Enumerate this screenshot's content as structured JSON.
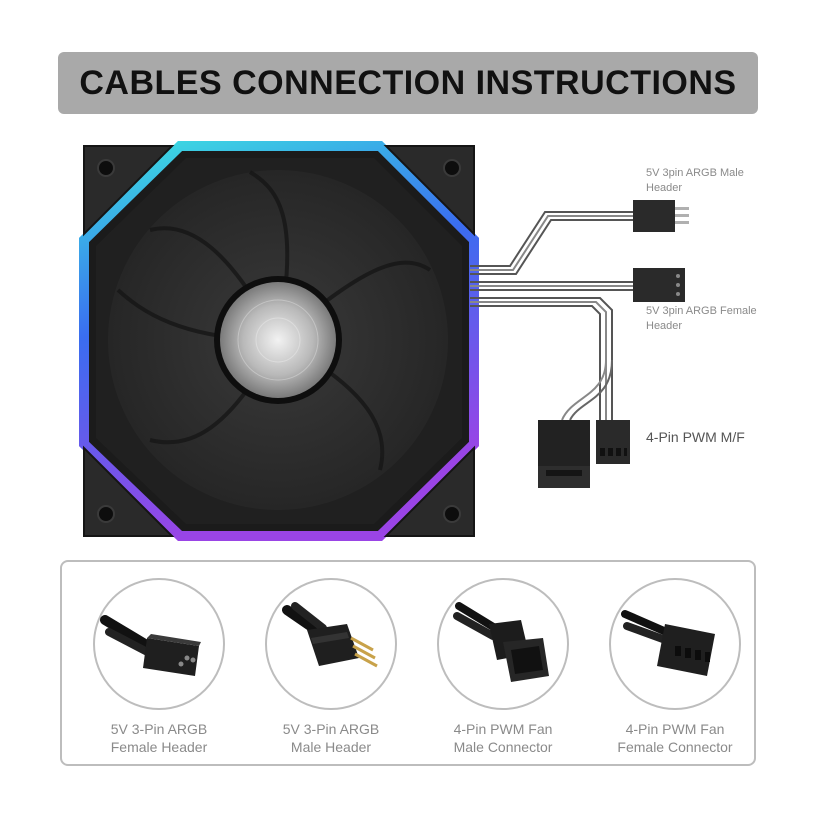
{
  "header": {
    "title": "CABLES CONNECTION INSTRUCTIONS"
  },
  "diagram": {
    "labels": {
      "argb_male_line1": "5V 3pin ARGB Male",
      "argb_male_line2": "Header",
      "argb_female_line1": "5V 3pin ARGB Female",
      "argb_female_line2": "Header",
      "pwm": "4-Pin PWM M/F"
    }
  },
  "connectors": [
    {
      "line1": "5V 3-Pin ARGB",
      "line2": "Female Header",
      "icon": "argb-female-connector-icon"
    },
    {
      "line1": "5V 3-Pin ARGB",
      "line2": "Male Header",
      "icon": "argb-male-connector-icon"
    },
    {
      "line1": "4-Pin PWM Fan",
      "line2": "Male Connector",
      "icon": "pwm-male-connector-icon"
    },
    {
      "line1": "4-Pin PWM Fan",
      "line2": "Female Connector",
      "icon": "pwm-female-connector-icon"
    }
  ],
  "colors": {
    "title_bar": "#a9a9a9",
    "fan_body": "#1e1e1e",
    "rgb_cyan": "#3be3e0",
    "rgb_blue": "#3a6df0",
    "rgb_purple": "#9a44e6"
  }
}
